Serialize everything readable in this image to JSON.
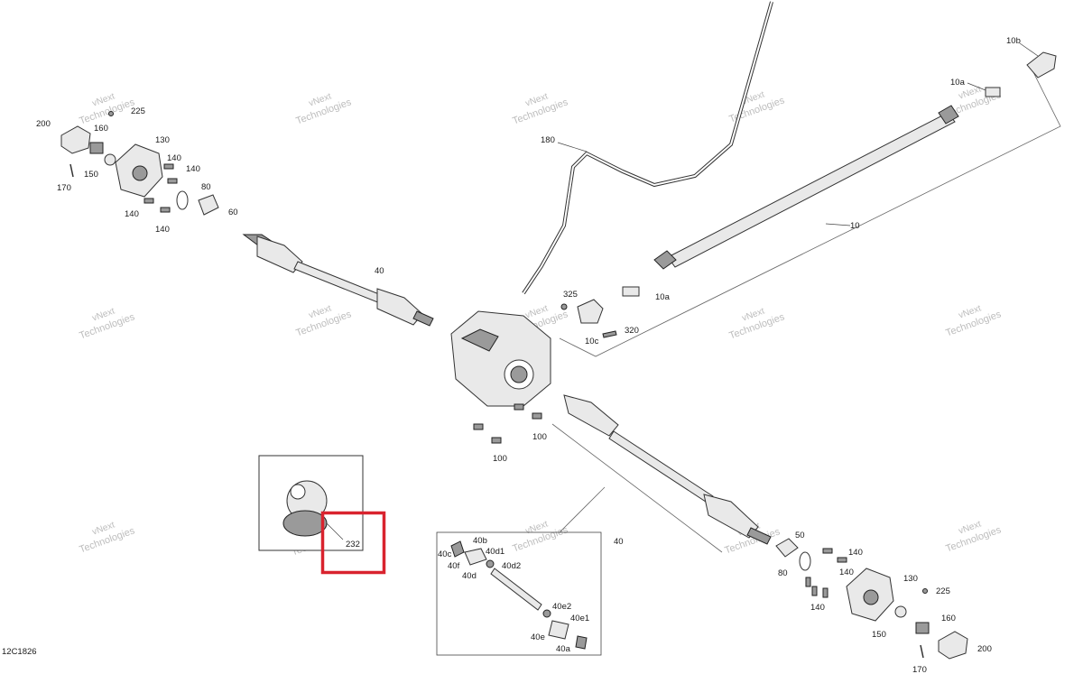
{
  "diagram_code": "12C1826",
  "watermark": [
    "vNext",
    "Technologies"
  ],
  "highlight_color": "#d9232e",
  "callouts": {
    "p10b": "10b",
    "p10a_top": "10a",
    "p10": "10",
    "p10a": "10a",
    "p10c": "10c",
    "p320": "320",
    "p325": "325",
    "p180": "180",
    "p225_l": "225",
    "p200_l": "200",
    "p160_l": "160",
    "p130_l": "130",
    "p150_l": "150",
    "p170_l": "170",
    "p140_l1": "140",
    "p140_l2": "140",
    "p140_l3": "140",
    "p140_l4": "140",
    "p80_l": "80",
    "p60_l": "60",
    "p40_l": "40",
    "p100_a": "100",
    "p100_b": "100",
    "p232": "232",
    "p40_box": "40",
    "p40b": "40b",
    "p40c": "40c",
    "p40d1": "40d1",
    "p40f": "40f",
    "p40d2": "40d2",
    "p40d": "40d",
    "p40e2": "40e2",
    "p40e1": "40e1",
    "p40e": "40e",
    "p40a": "40a",
    "p50_r": "50",
    "p80_r": "80",
    "p140_r1": "140",
    "p140_r2": "140",
    "p140_r3": "140",
    "p130_r": "130",
    "p225_r": "225",
    "p160_r": "160",
    "p150_r": "150",
    "p200_r": "200",
    "p170_r": "170"
  }
}
